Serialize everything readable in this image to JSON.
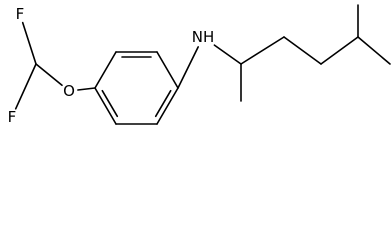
{
  "atoms": {
    "fluorine_top": "F",
    "fluorine_bottom": "F",
    "oxygen": "O",
    "amine": "NH"
  },
  "colors": {
    "bond": "#000000",
    "label": "#000000",
    "background": "#ffffff"
  }
}
